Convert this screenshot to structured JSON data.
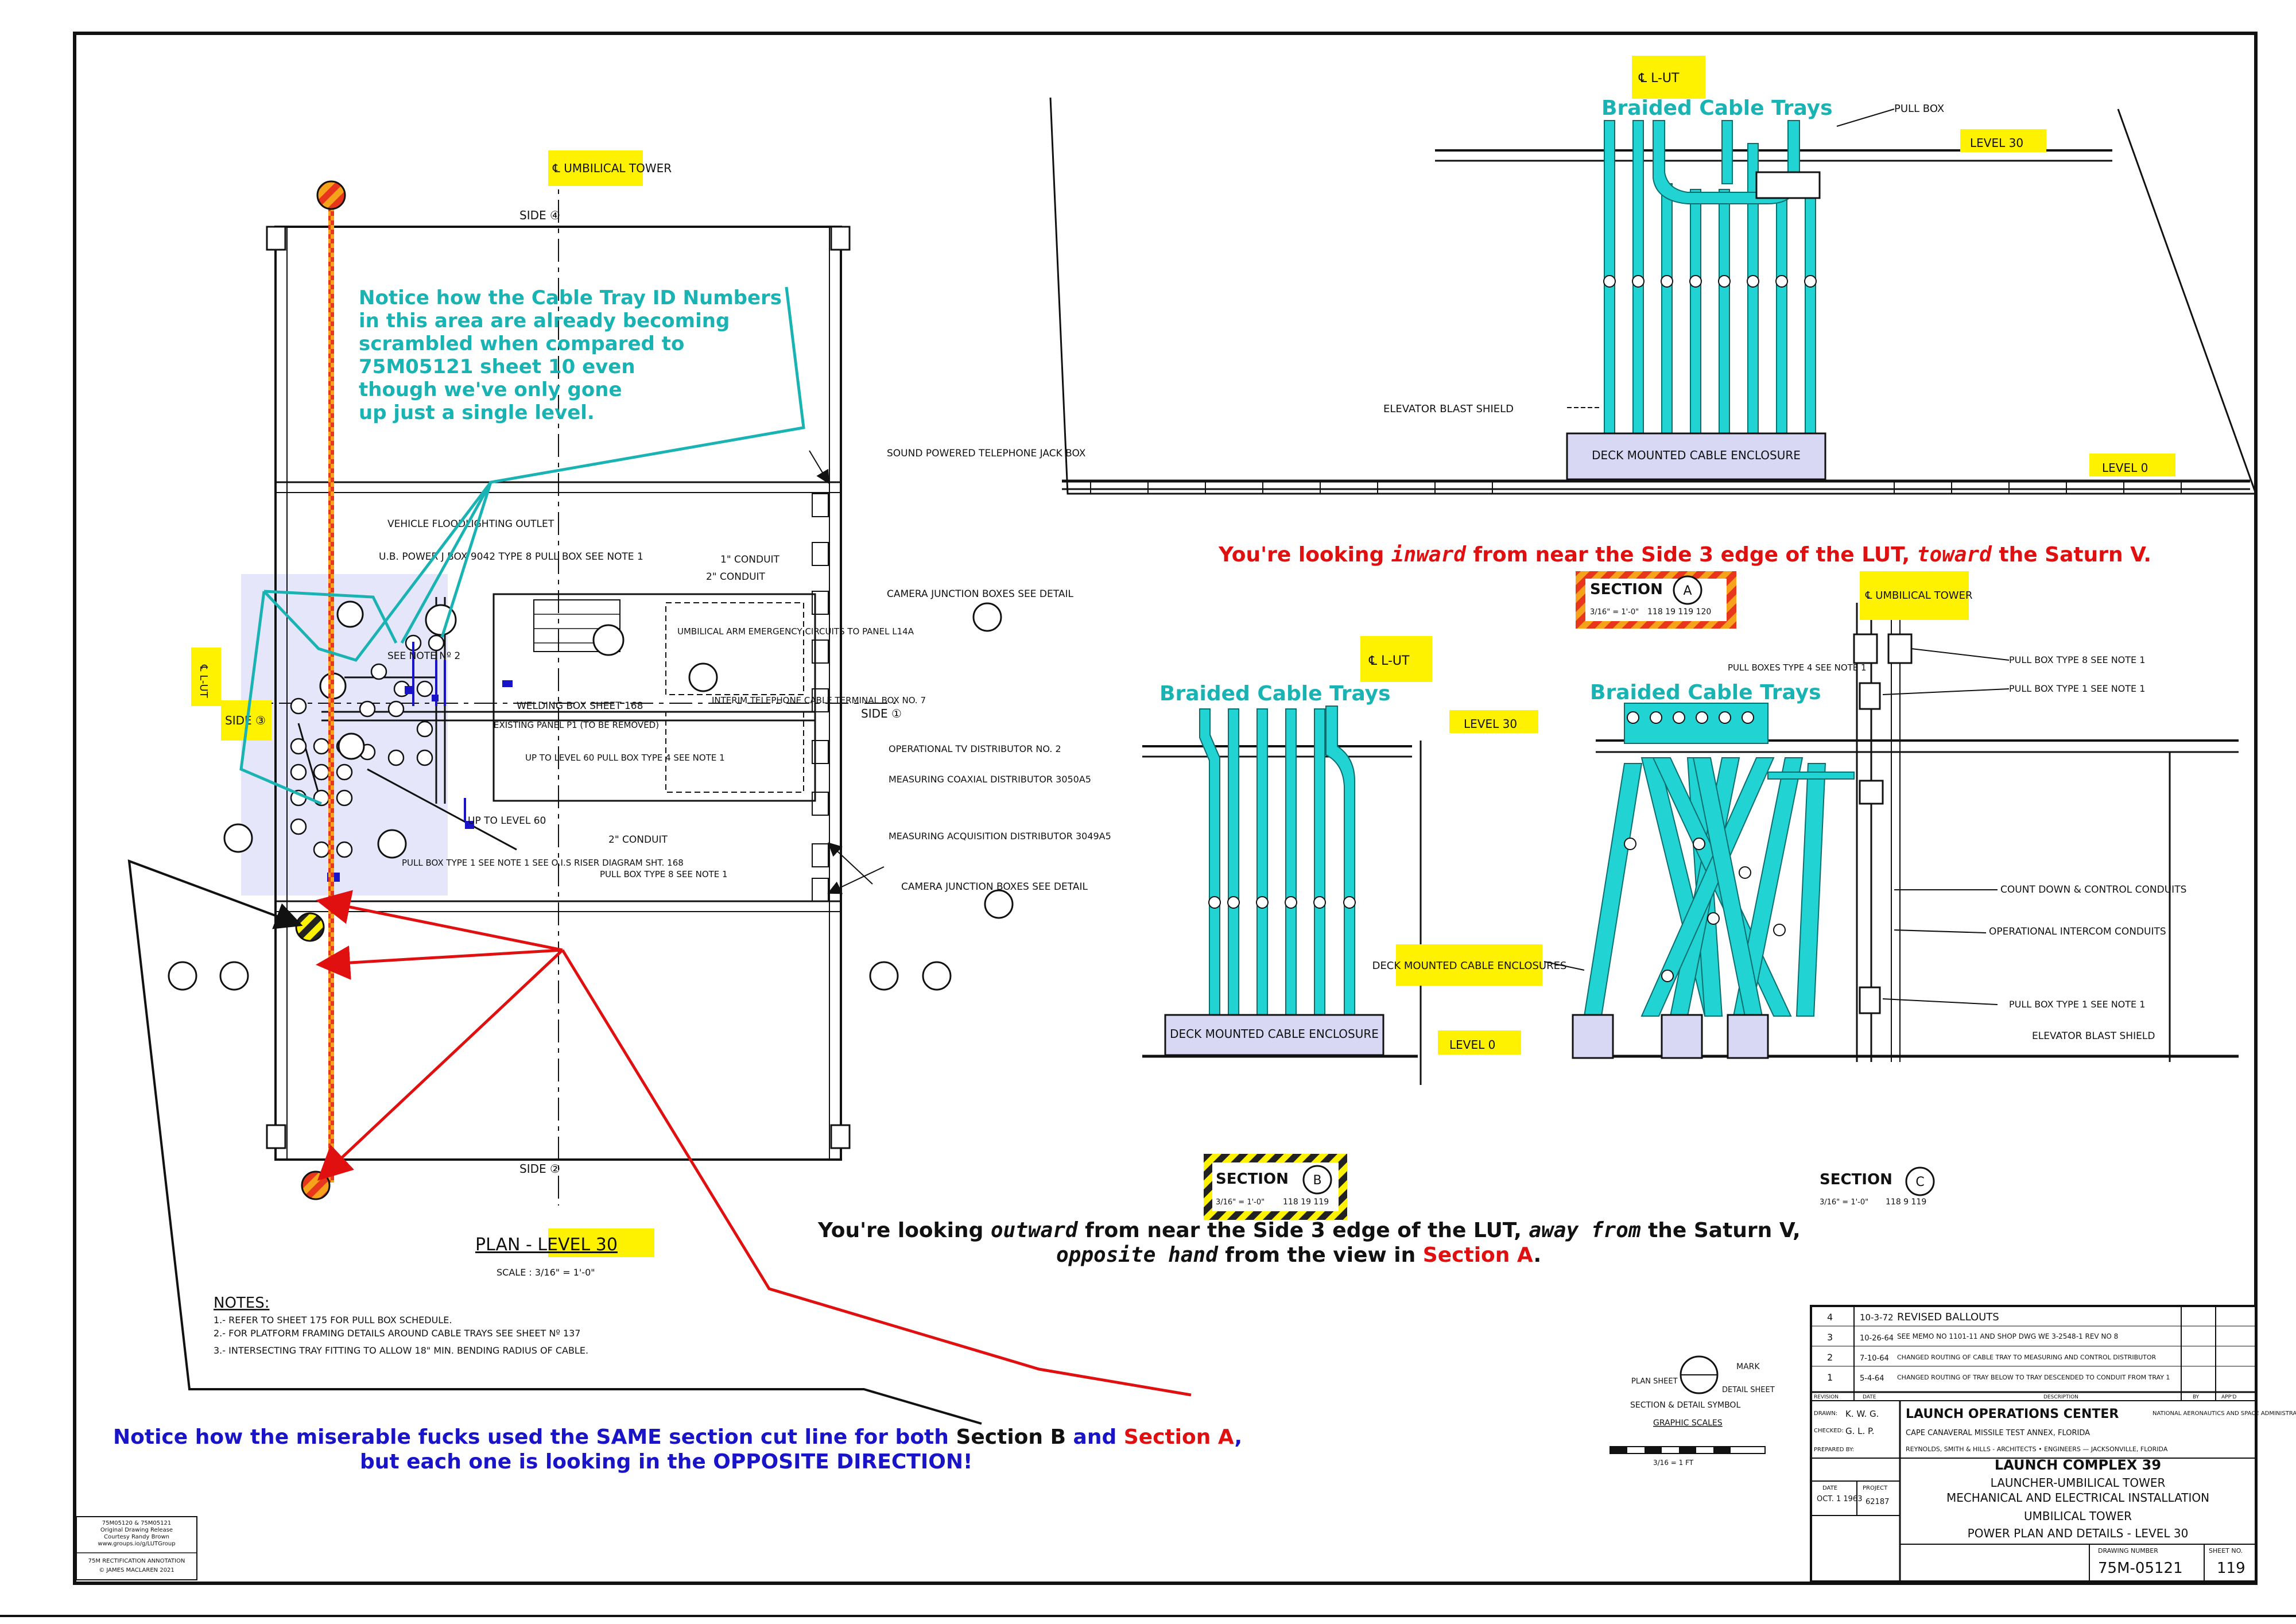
{
  "palette": {
    "ink": "#111111",
    "tray": "#22d3d3",
    "tray_edge": "#0a6e6e",
    "highlight": "#fff200",
    "note_teal": "#1ab3b3",
    "note_red": "#e01010",
    "note_blue": "#1a14c8",
    "enclosure": "#d8d8f5",
    "plan_tint": "#e6e6fa",
    "hatch_red": "#e8361c",
    "hatch_orange": "#f7a21b"
  },
  "labels": {
    "cl_umbilical_tower": "℄ UMBILICAL TOWER",
    "side_4": "SIDE ④",
    "side_2": "SIDE ②",
    "side_3": "SIDE ③",
    "side_1": "SIDE ①",
    "l_lut_side": "℄ L-UT",
    "cl_lut_top": "℄ L-UT",
    "cl_lut_b": "℄ L-UT",
    "cl_umbilical_c": "℄ UMBILICAL TOWER",
    "level_30_a": "LEVEL 30",
    "level_0_a": "LEVEL 0",
    "level_30_b": "LEVEL 30",
    "level_0_b": "LEVEL 0",
    "plan_title": "PLAN - LEVEL 30",
    "plan_scale": "SCALE : 3/16\" = 1'-0\"",
    "braided_a": "Braided Cable Trays",
    "braided_b": "Braided Cable Trays",
    "braided_c": "Braided Cable Trays",
    "section_a": "SECTION",
    "section_a_letter": "A",
    "section_a_refs": "118  19  119  120",
    "section_b": "SECTION",
    "section_b_letter": "B",
    "section_b_refs": "118  19  119",
    "section_c": "SECTION",
    "section_c_letter": "C",
    "section_c_refs": "118  9  119",
    "section_scale": "3/16\" = 1'-0\"",
    "deck_a": "DECK MOUNTED CABLE ENCLOSURE",
    "deck_b": "DECK MOUNTED CABLE ENCLOSURE",
    "deck_c": "DECK MOUNTED CABLE ENCLOSURES",
    "pull_box_top": "PULL BOX",
    "elevator_shield_a": "ELEVATOR BLAST SHIELD",
    "elevator_shield_c": "ELEVATOR BLAST SHIELD",
    "pull_boxes_c": "PULL BOXES TYPE 4  SEE NOTE 1",
    "pull_box_c1": "PULL BOX TYPE 8 SEE NOTE 1",
    "pull_box_c2": "PULL BOX TYPE 1 SEE NOTE 1",
    "count_down": "COUNT DOWN & CONTROL CONDUITS",
    "intercom": "OPERATIONAL INTERCOM CONDUITS",
    "pull_box_c3": "PULL BOX TYPE 1 SEE NOTE 1"
  },
  "plan_callouts": [
    "SOUND POWERED TELEPHONE JACK BOX",
    "VEHICLE FLOODLIGHTING OUTLET",
    "U.B. POWER J BOX 9042 TYPE 8 PULL BOX SEE NOTE 1",
    "SEE NOTE Nº 2",
    "1\" CONDUIT",
    "2\" CONDUIT",
    "CAMERA JUNCTION BOXES SEE DETAIL",
    "UMBILICAL ARM EMERGENCY CIRCUITS TO PANEL L14A",
    "INTERIM TELEPHONE CABLE TERMINAL BOX NO. 7",
    "WELDING BOX SHEET 168",
    "EXISTING PANEL P1 (TO BE REMOVED)",
    "UP TO LEVEL 60 PULL BOX TYPE 4 SEE NOTE 1",
    "OPERATIONAL TV DISTRIBUTOR NO. 2",
    "MEASURING COAXIAL DISTRIBUTOR 3050A5",
    "UP TO LEVEL 60",
    "2\" CONDUIT",
    "PULL BOX TYPE 8 SEE NOTE 1",
    "PULL BOX TYPE 1 SEE NOTE 1 SEE O.I.S RISER DIAGRAM SHT. 168",
    "MEASURING ACQUISITION DISTRIBUTOR 3049A5",
    "CAMERA JUNCTION BOXES SEE DETAIL"
  ],
  "notes": {
    "heading": "NOTES:",
    "items": [
      "1.- REFER TO SHEET 175 FOR PULL BOX SCHEDULE.",
      "2.- FOR PLATFORM FRAMING DETAILS AROUND CABLE TRAYS SEE SHEET Nº 137",
      "3.- INTERSECTING TRAY FITTING TO ALLOW 18\" MIN. BENDING RADIUS OF CABLE."
    ]
  },
  "annotations": {
    "teal_lines": [
      "Notice how the Cable Tray ID Numbers",
      "in this area are already becoming",
      "scrambled when compared to",
      "75M05121 sheet 10 even",
      "though we've only gone",
      "up just a single level."
    ],
    "red_a_1": "You're looking ",
    "red_a_em": "inward",
    "red_a_2": " from near the Side 3 edge of the LUT, ",
    "red_a_em2": "toward",
    "red_a_3": " the Saturn V.",
    "b1_1": "You're looking ",
    "b1_em": "outward",
    "b1_2": " from near the Side 3 edge of the LUT, ",
    "b1_em2": "away from",
    "b1_3": " the Saturn V,",
    "b2_em": "opposite hand",
    "b2_1": " from the view in ",
    "b2_red": "Section A",
    "b2_2": ".",
    "bottom1_1": "Notice how the miserable fucks used the SAME section cut line for both ",
    "bottom1_b": "Section B",
    "bottom1_2": " and ",
    "bottom1_a": "Section A",
    "bottom1_3": ",",
    "bottom2": "but each one is looking in the OPPOSITE DIRECTION!"
  },
  "symbol": {
    "plan_sheet": "PLAN SHEET",
    "mark": "MARK",
    "detail_sheet": "DETAIL SHEET",
    "caption": "SECTION & DETAIL SYMBOL",
    "graphic_scales": "GRAPHIC SCALES",
    "scale_label": "3/16  = 1 FT"
  },
  "title_block": {
    "revisions": [
      {
        "sym": "4",
        "date": "10-3-72",
        "desc": "REVISED BALLOUTS"
      },
      {
        "sym": "3",
        "date": "10-26-64",
        "desc": "SEE MEMO NO 1101-11 AND SHOP DWG WE 3-2548-1 REV NO 8"
      },
      {
        "sym": "2",
        "date": "7-10-64",
        "desc": "CHANGED ROUTING OF CABLE TRAY TO MEASURING AND CONTROL DISTRIBUTOR"
      },
      {
        "sym": "1",
        "date": "5-4-64",
        "desc": "CHANGED ROUTING OF TRAY BELOW TO TRAY DESCENDED TO CONDUIT FROM TRAY 1"
      }
    ],
    "rev_headers": [
      "REVISION",
      "DATE",
      "DESCRIPTION",
      "BY",
      "APP'D"
    ],
    "drawn_label": "DRAWN:",
    "drawn": "K. W. G.",
    "checked_label": "CHECKED:",
    "checked": "G. L. P.",
    "prepared_label": "PREPARED BY:",
    "center": "LAUNCH OPERATIONS CENTER",
    "nasa": "NATIONAL AERONAUTICS AND SPACE ADMINISTRATION",
    "annex": "CAPE CANAVERAL MISSILE TEST ANNEX, FLORIDA",
    "firm": "REYNOLDS, SMITH & HILLS - ARCHITECTS • ENGINEERS — JACKSONVILLE, FLORIDA",
    "lc39": "LAUNCH COMPLEX 39",
    "lut": "LAUNCHER-UMBILICAL TOWER",
    "mech": "MECHANICAL AND ELECTRICAL INSTALLATION",
    "tower": "UMBILICAL TOWER",
    "power_plan": "POWER PLAN AND DETAILS - LEVEL 30",
    "date_label": "DATE",
    "date_val": "OCT. 1 1963",
    "project_label": "PROJECT",
    "project_val": "62187",
    "drawing_number_label": "DRAWING NUMBER",
    "drawing_number": "75M-05121",
    "sheet_label": "SHEET NO.",
    "sheet_no": "119"
  },
  "credit": {
    "lines": [
      "75M05120 & 75M05121",
      "Original Drawing Release",
      "Courtesy Randy Brown",
      "www.groups.io/g/LUTGroup"
    ],
    "annotation_line": "75M RECTIFICATION ANNOTATION",
    "copyright": "© JAMES MACLAREN 2021"
  }
}
